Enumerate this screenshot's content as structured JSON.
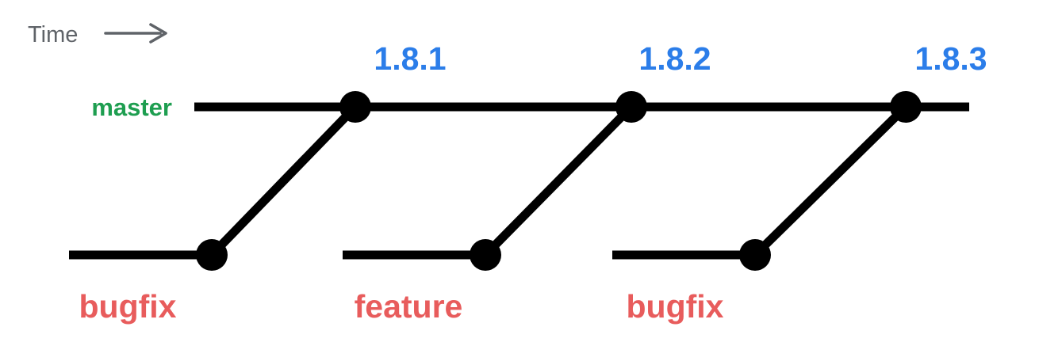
{
  "diagram": {
    "time_axis": {
      "label": "Time"
    },
    "master_branch": {
      "label": "master"
    },
    "releases": [
      "1.8.1",
      "1.8.2",
      "1.8.3"
    ],
    "topic_branches": [
      "bugfix",
      "feature",
      "bugfix"
    ],
    "colors": {
      "time_label": "#5f6368",
      "master_label": "#1e9e50",
      "release_tag": "#2b7de9",
      "topic_label": "#e85c5c",
      "graph": "#000000",
      "background": "#ffffff"
    }
  }
}
